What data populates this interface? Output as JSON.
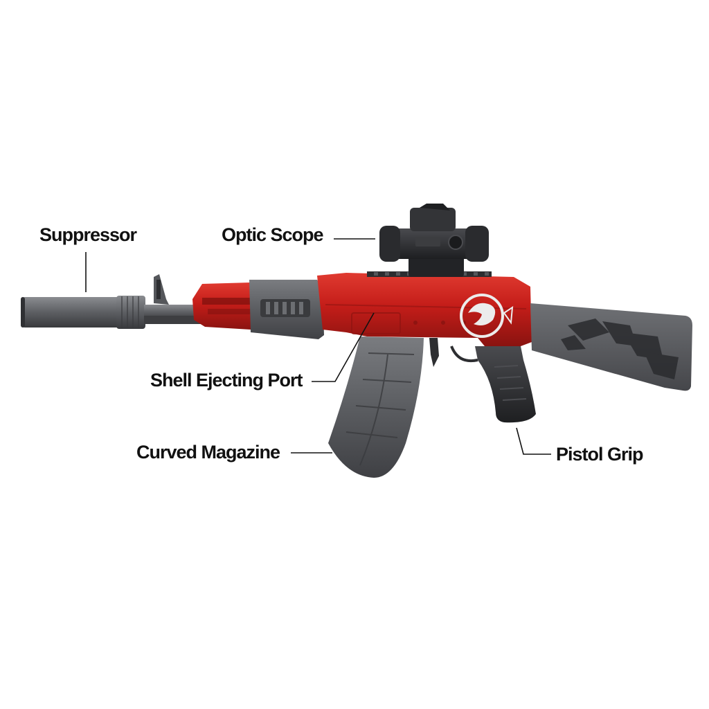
{
  "labels": {
    "suppressor": "Suppressor",
    "optic_scope": "Optic Scope",
    "shell_ejecting_port": "Shell Ejecting Port",
    "curved_magazine": "Curved Magazine",
    "pistol_grip": "Pistol Grip"
  },
  "colors": {
    "body_red": "#c8201c",
    "dark_red": "#8e1410",
    "gray": "#5a5c5f",
    "dark_gray": "#2c2d30",
    "leader_line": "#111111",
    "text": "#111111"
  }
}
